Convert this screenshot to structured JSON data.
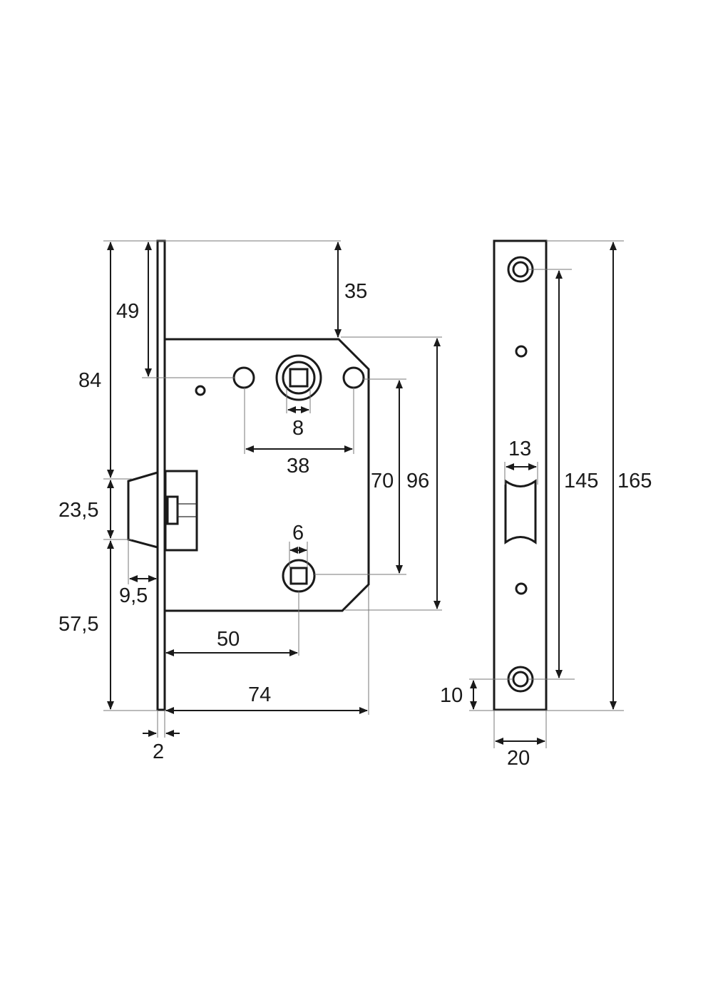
{
  "dimensions": {
    "d84": "84",
    "d49": "49",
    "d35": "35",
    "d23_5": "23,5",
    "d9_5": "9,5",
    "d57_5": "57,5",
    "d8": "8",
    "d38": "38",
    "d70": "70",
    "d96": "96",
    "d6": "6",
    "d50": "50",
    "d74": "74",
    "d2": "2",
    "d13": "13",
    "d145": "145",
    "d165": "165",
    "d10": "10",
    "d20": "20"
  },
  "colors": {
    "line": "#1a1a1a",
    "background": "#ffffff"
  }
}
